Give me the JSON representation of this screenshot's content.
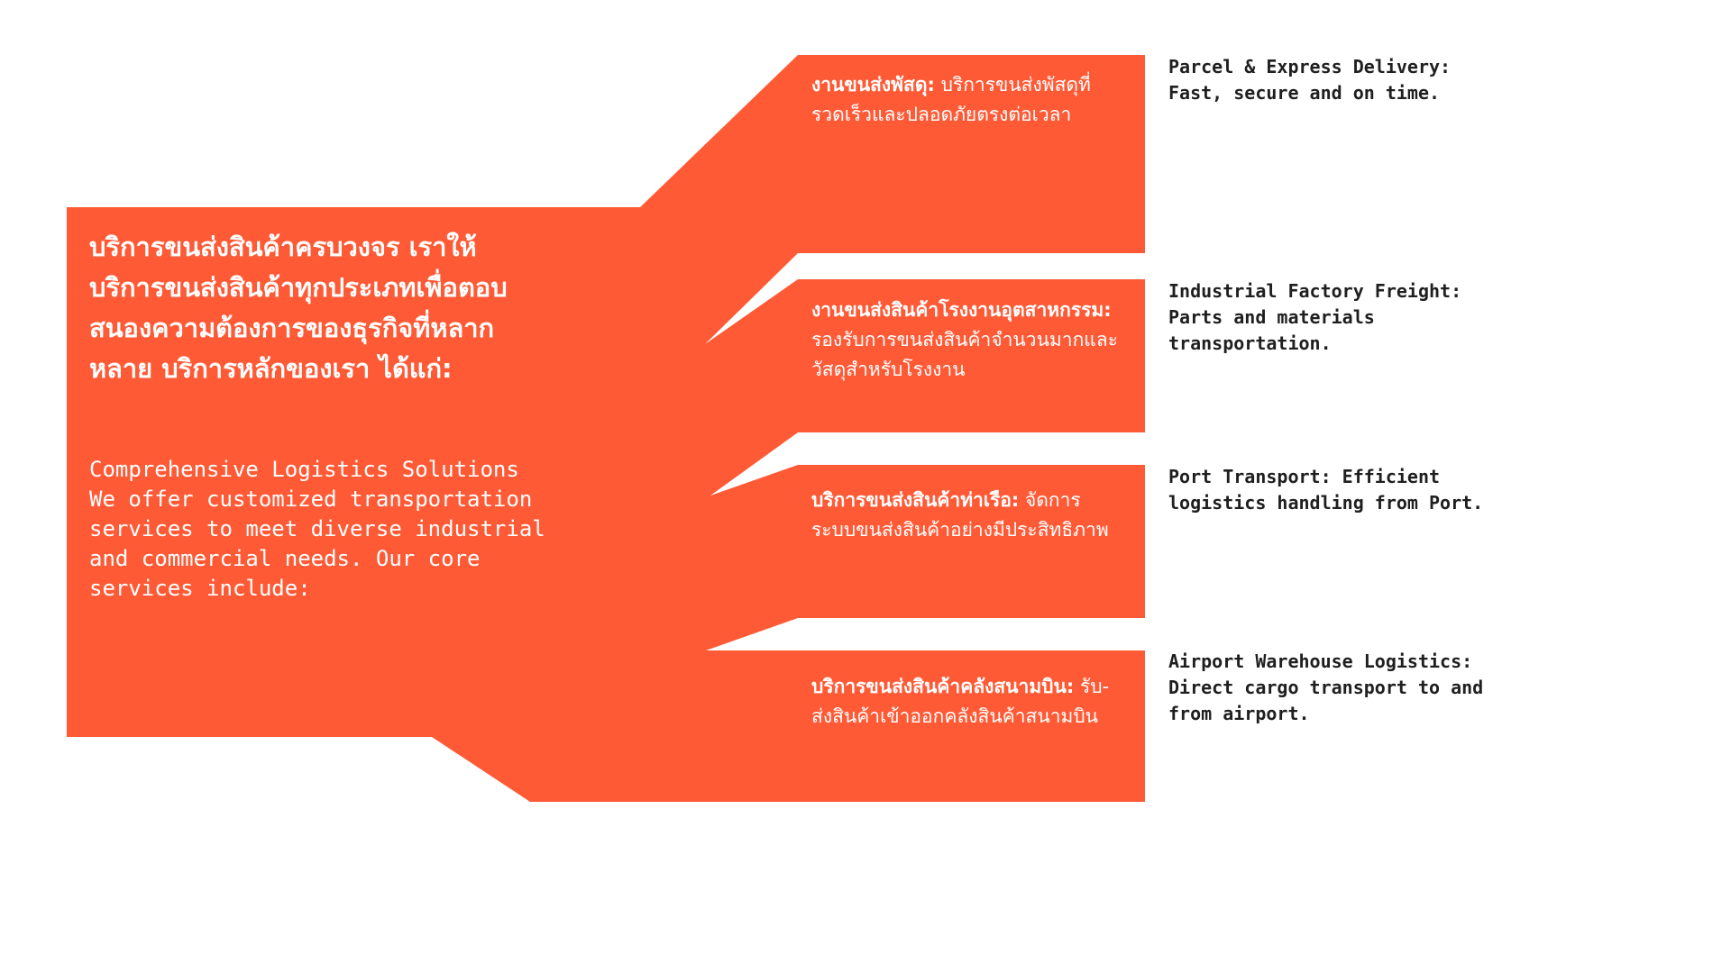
{
  "colors": {
    "accent": "#ff5a36",
    "background": "#ffffff",
    "text_light": "#ffffff",
    "text_dark": "#1f1f1f"
  },
  "intro": {
    "heading": "บริการขนส่งสินค้าครบวงจร เราให้บริการขนส่งสินค้าทุกประเภทเพื่อตอบสนองความต้องการของธุรกิจที่หลากหลาย บริการหลักของเรา ได้แก่:",
    "body": "Comprehensive Logistics Solutions We offer customized transportation services to meet diverse industrial and commercial needs. Our core services include:"
  },
  "services": [
    {
      "title_th": "งานขนส่งพัสดุ:",
      "desc_th": "บริการขนส่งพัสดุที่รวดเร็วและปลอดภัยตรงต่อเวลา",
      "en": "Parcel & Express Delivery: Fast, secure and on time."
    },
    {
      "title_th": "งานขนส่งสินค้าโรงงานอุตสาหกรรม:",
      "desc_th": "รองรับการขนส่งสินค้าจำนวนมากและวัสดุสำหรับโรงงาน",
      "en": "Industrial Factory Freight: Parts and materials transportation."
    },
    {
      "title_th": "บริการขนส่งสินค้าท่าเรือ:",
      "desc_th": "จัดการระบบขนส่งสินค้าอย่างมีประสิทธิภาพ",
      "en": "Port Transport: Efficient logistics handling from Port."
    },
    {
      "title_th": "บริการขนส่งสินค้าคลังสนามบิน:",
      "desc_th": "รับ-ส่งสินค้าเข้าออกคลังสินค้าสนามบิน",
      "en": "Airport Warehouse Logistics: Direct cargo transport to and from airport."
    }
  ]
}
